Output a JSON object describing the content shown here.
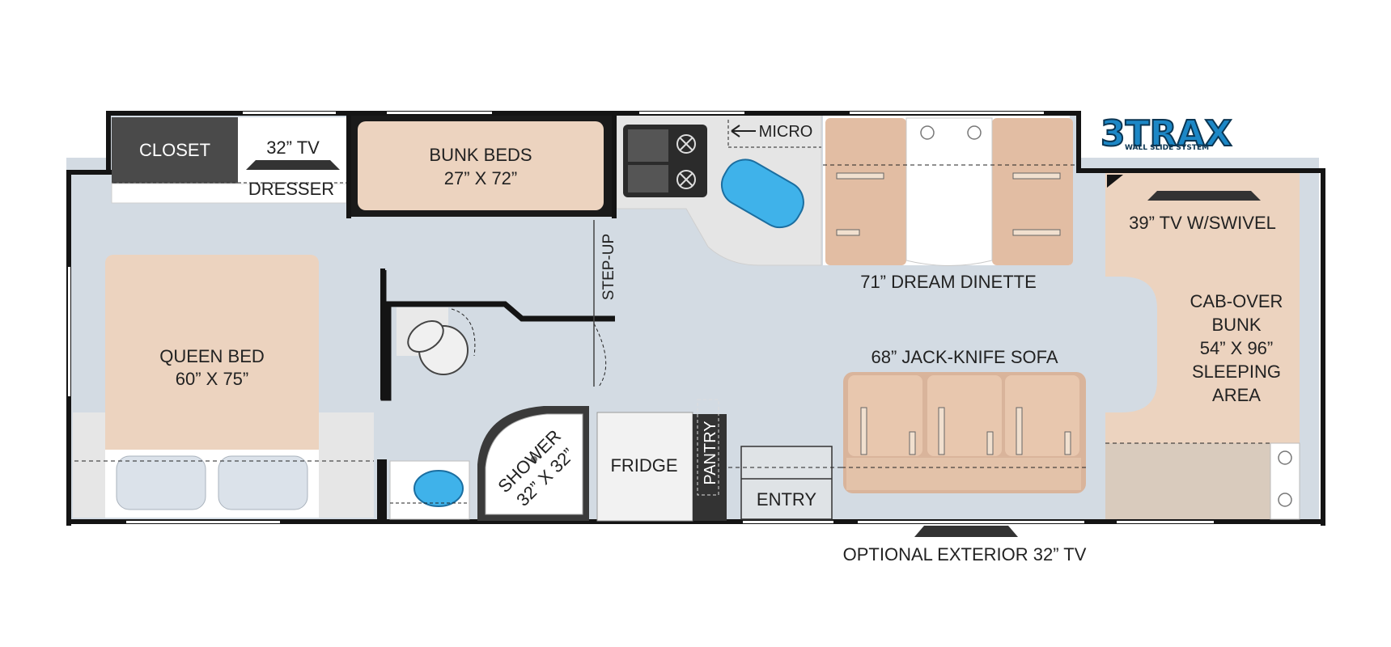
{
  "floorplan": {
    "labels": {
      "closet": "CLOSET",
      "bedroom_tv": "32” TV",
      "dresser": "DRESSER",
      "bunk_beds_1": "BUNK BEDS",
      "bunk_beds_2": "27” X 72”",
      "micro": "MICRO",
      "step_up": "STEP-UP",
      "queen_bed_1": "QUEEN BED",
      "queen_bed_2": "60” X 75”",
      "shower_1": "SHOWER",
      "shower_2": "32” X 32”",
      "fridge": "FRIDGE",
      "pantry": "PANTRY",
      "entry": "ENTRY",
      "dinette": "71” DREAM DINETTE",
      "sofa": "68” JACK-KNIFE SOFA",
      "front_tv": "39” TV W/SWIVEL",
      "cabover_1": "CAB-OVER",
      "cabover_2": "BUNK",
      "cabover_3": "54” X 96”",
      "cabover_4": "SLEEPING",
      "cabover_5": "AREA",
      "exterior_tv": "OPTIONAL EXTERIOR 32” TV"
    },
    "logo": {
      "main": "3TRAX",
      "tagline": "WALL SLIDE SYSTEM"
    }
  },
  "colors": {
    "floor": "#d3dbe3",
    "wall": "#141414",
    "bed": "#ecd3bf",
    "cushion": "#e2bda3",
    "dark_fixture": "#505050",
    "water": "#3fb2ea",
    "logo_blue": "#1c87c6"
  }
}
